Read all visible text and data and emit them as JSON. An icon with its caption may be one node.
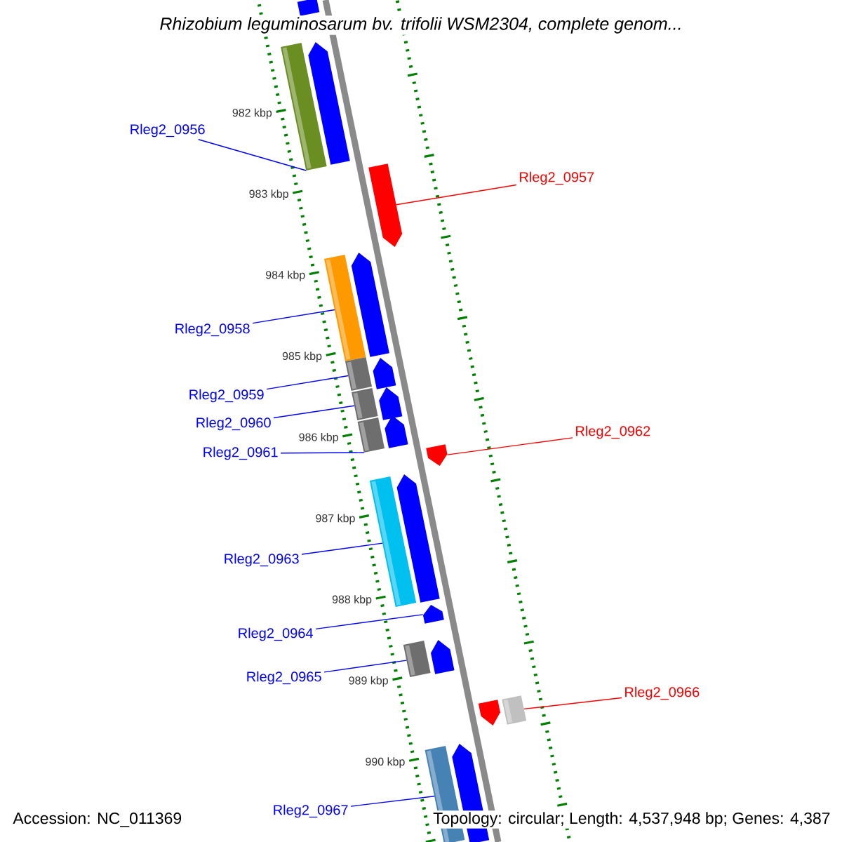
{
  "diagram": {
    "title": "Rhizobium leguminosarum bv. trifolii WSM2304, complete genom...",
    "nodes": [
      {
        "text": [
          "Rleg2_0956"
        ]
      },
      {
        "text": [],
        "shape": "bar"
      },
      {
        "text": [
          "Rleg2_0957"
        ]
      },
      {
        "text": [],
        "shape": "pentagon"
      },
      {
        "text": [
          "Rleg2_0958"
        ]
      },
      {
        "text": [],
        "shape": "bar"
      },
      {
        "text": [
          "Rleg2_0959"
        ]
      },
      {
        "text": [],
        "shape": "bar"
      },
      {
        "text": [
          "Rleg2_0960"
        ]
      },
      {
        "text": [],
        "shape": "bar"
      },
      {
        "text": [
          "Rleg2_0961"
        ]
      },
      {
        "text": [],
        "shape": "bar"
      },
      {
        "text": [
          "Rleg2_0962"
        ]
      },
      {
        "text": [],
        "shape": "pentagon"
      },
      {
        "text": [
          "Rleg2_0963"
        ]
      },
      {
        "text": [],
        "shape": "bar"
      },
      {
        "text": [
          "Rleg2_0964"
        ]
      },
      {
        "text": [],
        "shape": "pentagon"
      },
      {
        "text": [
          "Rleg2_0965"
        ]
      },
      {
        "text": [],
        "shape": "bar"
      },
      {
        "text": [
          "Rleg2_0966"
        ]
      },
      {
        "text": [],
        "shape": "bar"
      },
      {
        "text": [
          "Rleg2_0967"
        ]
      },
      {
        "text": [],
        "shape": "bar"
      },
      {
        "text": [],
        "shape": "pentagon"
      },
      {
        "text": [],
        "shape": "pentagon"
      },
      {
        "text": [],
        "shape": "pentagon"
      },
      {
        "text": [],
        "shape": "pentagon"
      },
      {
        "text": [],
        "shape": "pentagon"
      },
      {
        "text": [],
        "shape": "pentagon"
      },
      {
        "text": [],
        "shape": "pentagon"
      },
      {
        "text": [],
        "shape": "pentagon"
      },
      {
        "text": [],
        "shape": "pentagon"
      },
      {
        "text": [],
        "shape": "pentagon"
      }
    ],
    "edges": [
      {
        "from": 0,
        "to": 1,
        "arrow": "none"
      },
      {
        "from": 2,
        "to": 3,
        "arrow": "none",
        "color": "#ff0000"
      },
      {
        "from": 4,
        "to": 5,
        "arrow": "none"
      },
      {
        "from": 6,
        "to": 7,
        "arrow": "none"
      },
      {
        "from": 8,
        "to": 9,
        "arrow": "none"
      },
      {
        "from": 10,
        "to": 11,
        "arrow": "none"
      },
      {
        "from": 12,
        "to": 13,
        "arrow": "none",
        "color": "#ff0000"
      },
      {
        "from": 14,
        "to": 15,
        "arrow": "none"
      },
      {
        "from": 16,
        "to": 17,
        "arrow": "none"
      },
      {
        "from": 18,
        "to": 19,
        "arrow": "none"
      },
      {
        "from": 20,
        "to": 21,
        "arrow": "none",
        "color": "#ff0000"
      },
      {
        "from": 22,
        "to": 23,
        "arrow": "none"
      }
    ],
    "labels": [
      "982 kbp",
      "983 kbp",
      "984 kbp",
      "985 kbp",
      "986 kbp",
      "987 kbp",
      "988 kbp",
      "989 kbp",
      "990 kbp",
      "Accession: NC_011369",
      "Topology: circular; Length: 4,537,948 bp; Genes: 4,387"
    ]
  }
}
